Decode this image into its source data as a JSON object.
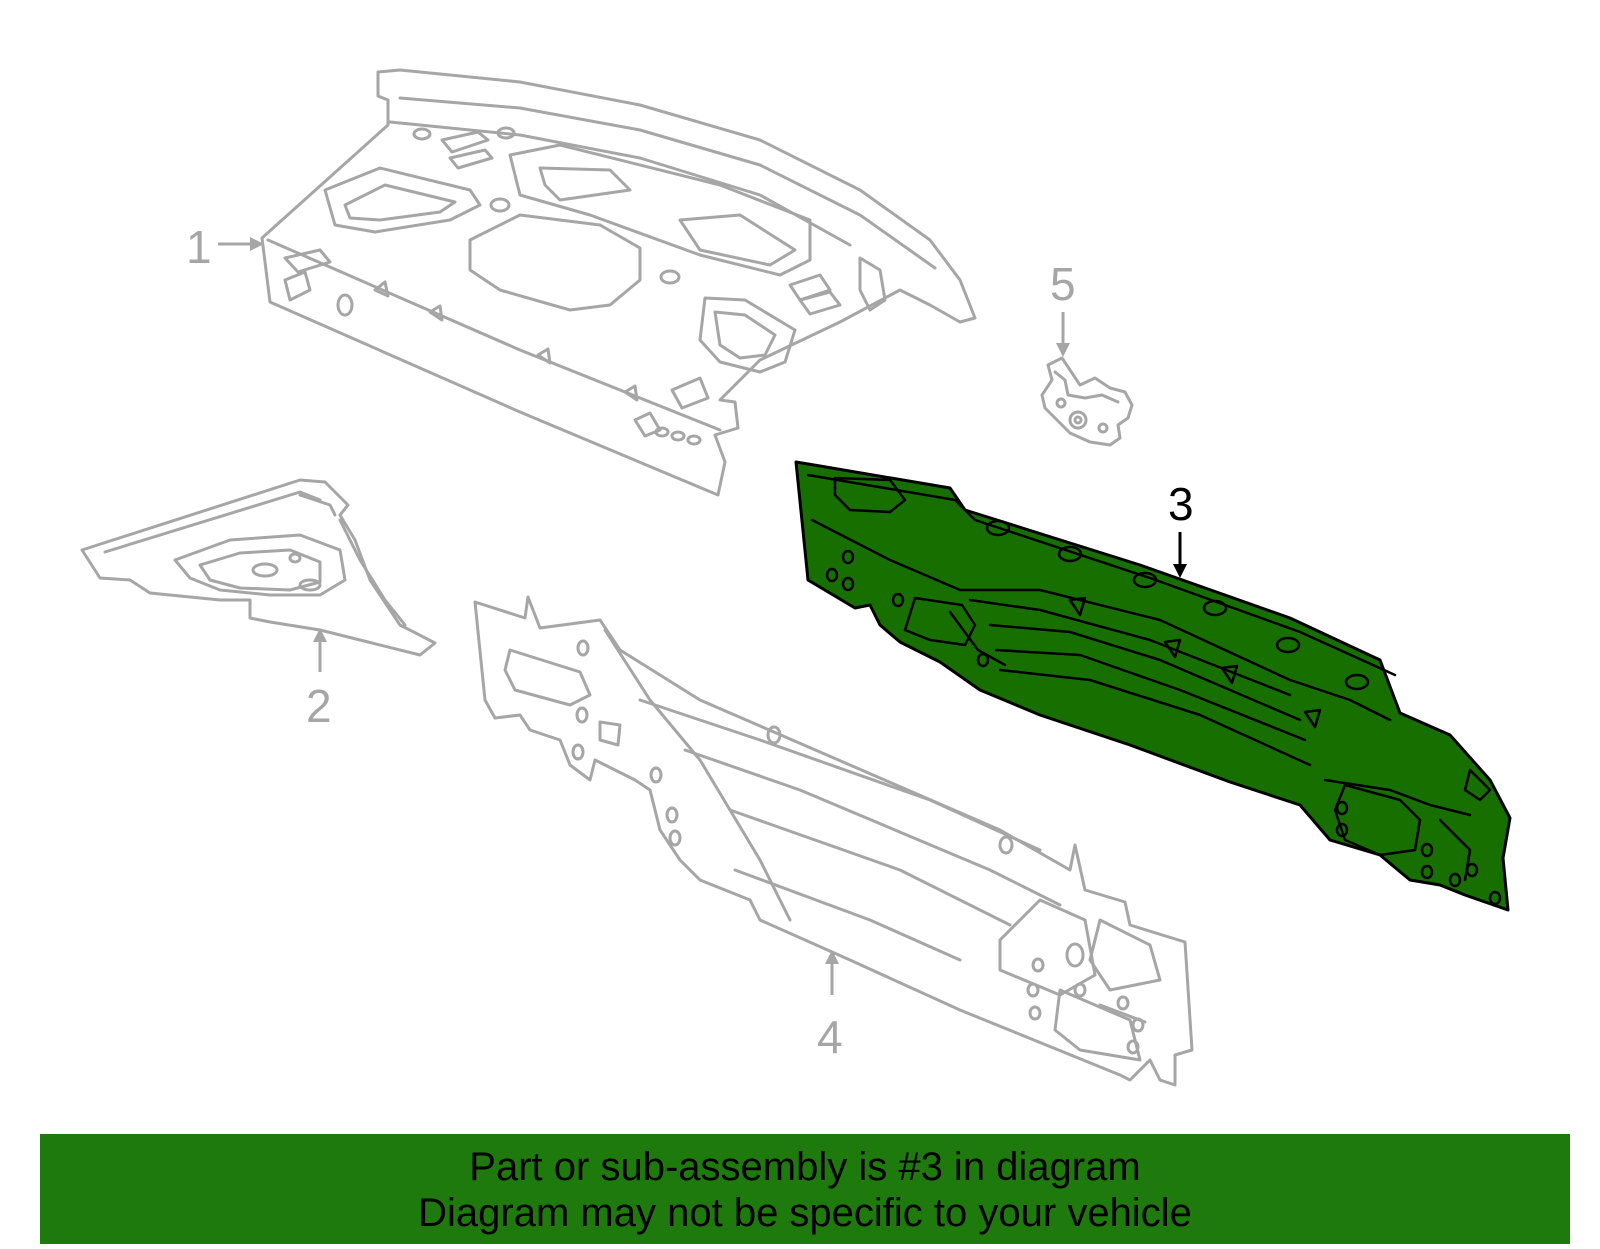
{
  "colors": {
    "background": "#ffffff",
    "faded_part_outline": "#a6a6a6",
    "highlight_fill": "#176f00",
    "highlight_outline": "#000000",
    "banner_fill": "#1e7a0c",
    "banner_text": "#000000"
  },
  "diagram": {
    "highlighted_part": "3",
    "callouts": [
      {
        "id": "1",
        "label": "1",
        "highlighted": false
      },
      {
        "id": "2",
        "label": "2",
        "highlighted": false
      },
      {
        "id": "3",
        "label": "3",
        "highlighted": true
      },
      {
        "id": "4",
        "label": "4",
        "highlighted": false
      },
      {
        "id": "5",
        "label": "5",
        "highlighted": false
      }
    ]
  },
  "banner": {
    "line1": "Part or sub-assembly is #3 in diagram",
    "line2": "Diagram may not be specific to your vehicle"
  }
}
